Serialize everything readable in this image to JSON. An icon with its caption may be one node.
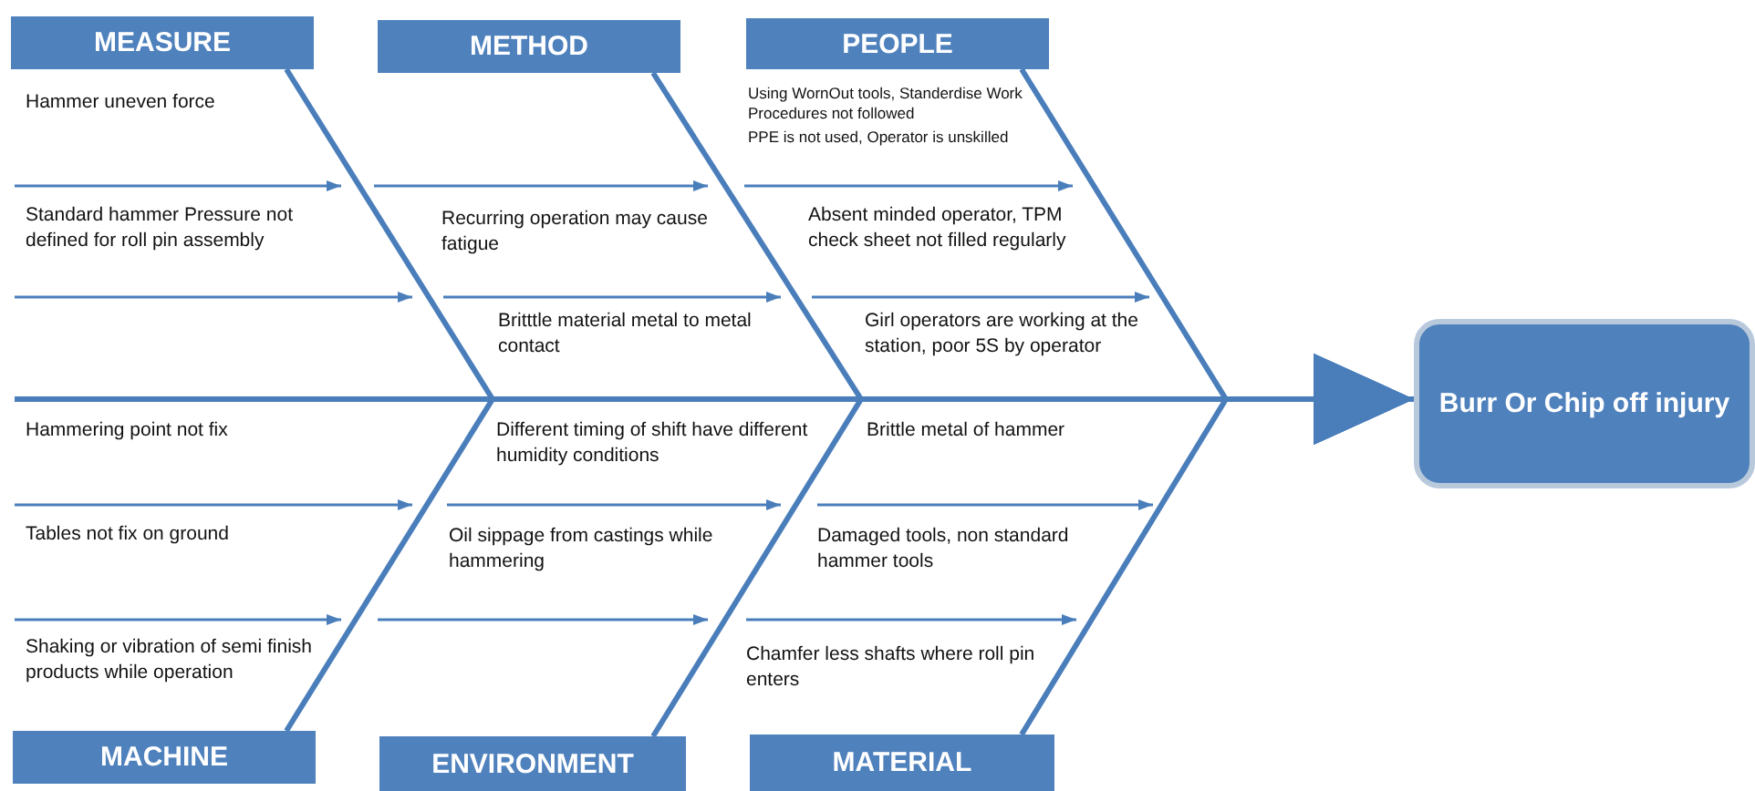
{
  "diagram": {
    "nodes": [
      {
        "text": [
          "MEASURE"
        ]
      },
      {
        "text": [
          "METHOD"
        ]
      },
      {
        "text": [
          "PEOPLE"
        ]
      },
      {
        "text": [
          "MACHINE"
        ]
      },
      {
        "text": [
          "ENVIRONMENT"
        ]
      },
      {
        "text": [
          "MATERIAL"
        ]
      },
      {
        "text": [
          "Burr Or Chip off injury"
        ]
      }
    ],
    "edges": [
      {
        "from": 0,
        "to": 6,
        "arrow": "to"
      },
      {
        "from": 1,
        "to": 6,
        "arrow": "to"
      },
      {
        "from": 2,
        "to": 6,
        "arrow": "to"
      },
      {
        "from": 3,
        "to": 6,
        "arrow": "to"
      },
      {
        "from": 4,
        "to": 6,
        "arrow": "to"
      },
      {
        "from": 5,
        "to": 6,
        "arrow": "to"
      }
    ],
    "labels": [
      "Hammer uneven force",
      "Using WornOut tools, Standerdise Work Procedures not followed",
      "PPE is not used, Operator is unskilled",
      "Standard hammer Pressure not defined for roll pin assembly",
      "Recurring operation may cause fatigue",
      "Absent minded operator, TPM check sheet not filled regularly",
      "Britttle material metal to metal contact",
      "Girl operators are working at the station, poor 5S by operator",
      "Hammering point not fix",
      "Different timing of shift have different humidity conditions",
      "Brittle metal of hammer",
      "Tables not fix on ground",
      "Oil sippage from castings while hammering",
      "Damaged tools, non standard hammer tools",
      "Shaking or vibration of semi finish products while operation",
      "Chamfer less shafts where roll pin enters"
    ]
  }
}
